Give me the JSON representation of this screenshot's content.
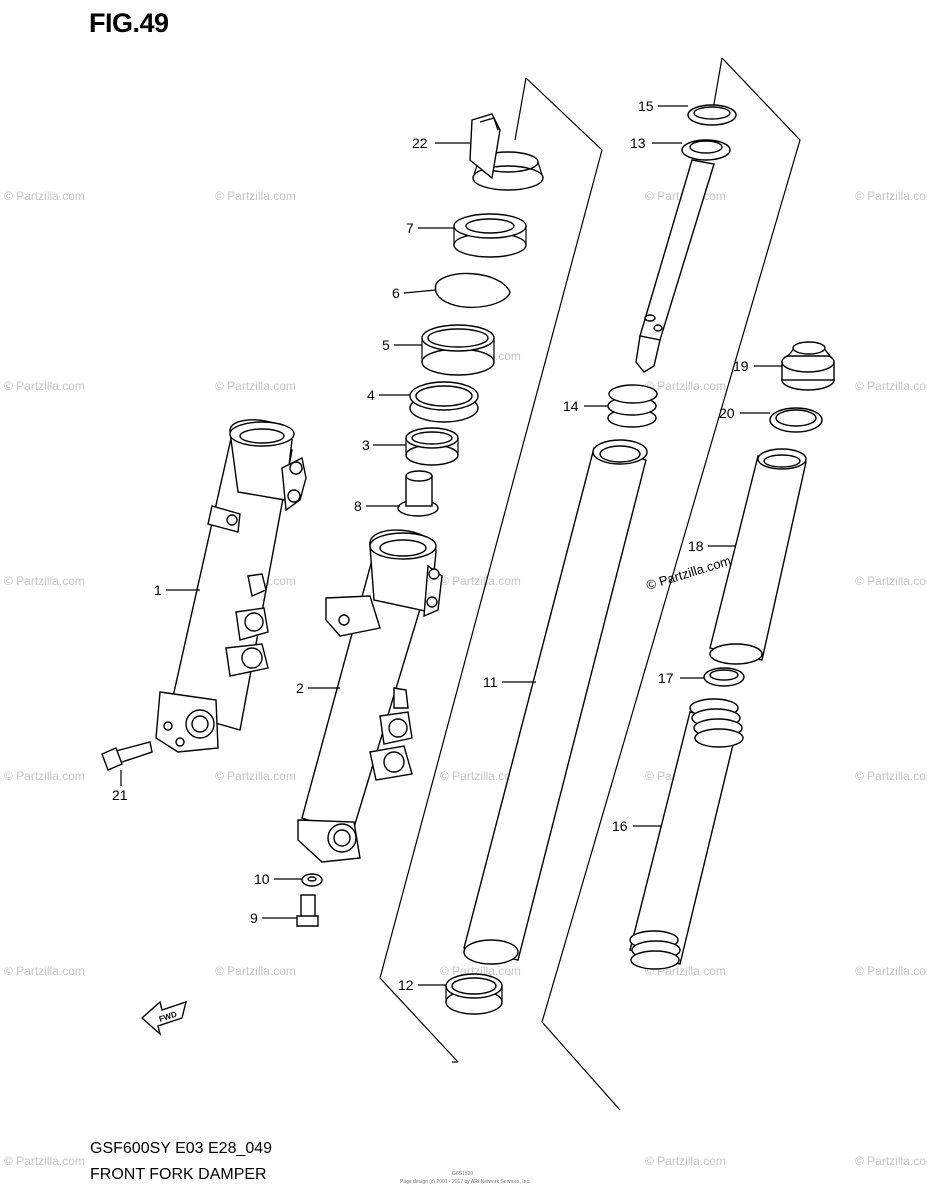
{
  "figure": {
    "title": "FIG.49",
    "model_code": "GSF600SY E03 E28_049",
    "section_title": "FRONT FORK DAMPER"
  },
  "watermark": {
    "text": "© Partzilla.com",
    "prominent_text": "© Partzilla.com"
  },
  "footer_fineprint": {
    "ref": "G6S1520",
    "copyright": "Page design (c) 2001 - 2017 by ARI Network Services, Inc."
  },
  "direction_arrow": {
    "label": "FWD"
  },
  "callouts": {
    "p1": "1",
    "p2": "2",
    "p3": "3",
    "p4": "4",
    "p5": "5",
    "p6": "6",
    "p7": "7",
    "p8": "8",
    "p9": "9",
    "p10": "10",
    "p11": "11",
    "p12": "12",
    "p13": "13",
    "p14": "14",
    "p15": "15",
    "p16": "16",
    "p17": "17",
    "p18": "18",
    "p19": "19",
    "p20": "20",
    "p21": "21",
    "p22": "22"
  }
}
